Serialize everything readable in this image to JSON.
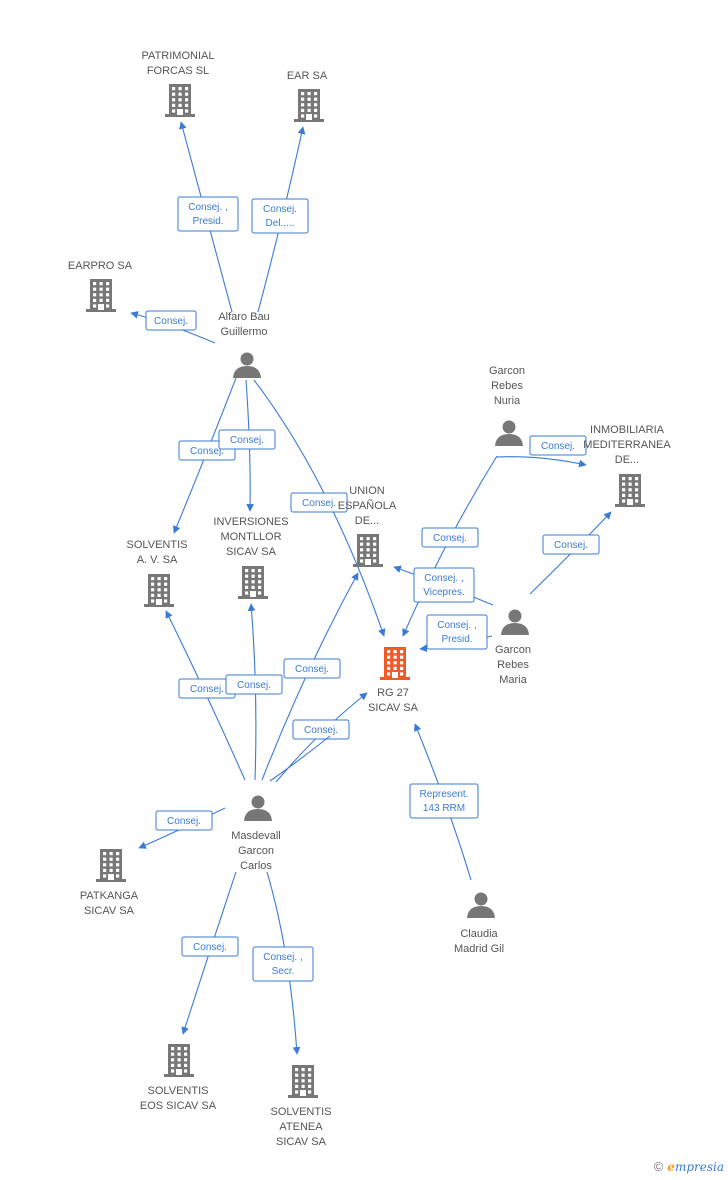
{
  "colors": {
    "accent": "#3a7bd5",
    "node": "#777777",
    "focus": "#f05a28"
  },
  "nodes": [
    {
      "id": "patrimonial",
      "type": "company",
      "label": [
        "PATRIMONIAL",
        "FORCAS SL"
      ]
    },
    {
      "id": "earsa",
      "type": "company",
      "label": [
        "EAR SA"
      ]
    },
    {
      "id": "earpro",
      "type": "company",
      "label": [
        "EARPRO SA"
      ]
    },
    {
      "id": "alfaro",
      "type": "person",
      "label": [
        "Alfaro Bau",
        "Guillermo"
      ]
    },
    {
      "id": "nuria",
      "type": "person",
      "label": [
        "Garcon",
        "Rebes",
        "Nuria"
      ]
    },
    {
      "id": "inmobiliaria",
      "type": "company",
      "label": [
        "INMOBILIARIA",
        "MEDITERRANEA",
        "DE..."
      ]
    },
    {
      "id": "union",
      "type": "company",
      "label": [
        "UNION",
        "ESPAÑOLA",
        "DE..."
      ]
    },
    {
      "id": "inversiones",
      "type": "company",
      "label": [
        "INVERSIONES",
        "MONTLLOR",
        "SICAV SA"
      ]
    },
    {
      "id": "solventisav",
      "type": "company",
      "label": [
        "SOLVENTIS",
        "A. V. SA"
      ]
    },
    {
      "id": "maria",
      "type": "person",
      "label": [
        "Garcon",
        "Rebes",
        "Maria"
      ]
    },
    {
      "id": "rg27",
      "type": "focus",
      "label": [
        "RG 27",
        "SICAV SA"
      ]
    },
    {
      "id": "masdevall",
      "type": "person",
      "label": [
        "Masdevall",
        "Garcon",
        "Carlos"
      ]
    },
    {
      "id": "patkanga",
      "type": "company",
      "label": [
        "PATKANGA",
        "SICAV SA"
      ]
    },
    {
      "id": "claudia",
      "type": "person",
      "label": [
        "Claudia",
        "Madrid Gil"
      ]
    },
    {
      "id": "solventiseos",
      "type": "company",
      "label": [
        "SOLVENTIS",
        "EOS SICAV SA"
      ]
    },
    {
      "id": "solventisatenea",
      "type": "company",
      "label": [
        "SOLVENTIS",
        "ATENEA",
        "SICAV SA"
      ]
    }
  ],
  "edges": [
    {
      "label": [
        "Consej. ,",
        "Presid."
      ]
    },
    {
      "label": [
        "Consej.",
        "Del.,..."
      ]
    },
    {
      "label": [
        "Consej."
      ]
    },
    {
      "label": [
        "Consej."
      ]
    },
    {
      "label": [
        "Consej."
      ]
    },
    {
      "label": [
        "Consej."
      ]
    },
    {
      "label": [
        "Consej."
      ]
    },
    {
      "label": [
        "Consej."
      ]
    },
    {
      "label": [
        "Consej."
      ]
    },
    {
      "label": [
        "Consej. ,",
        "Vicepres."
      ]
    },
    {
      "label": [
        "Consej. ,",
        "Presid."
      ]
    },
    {
      "label": [
        "Consej."
      ]
    },
    {
      "label": [
        "Consej."
      ]
    },
    {
      "label": [
        "Consej."
      ]
    },
    {
      "label": [
        "Consej."
      ]
    },
    {
      "label": [
        "Consej."
      ]
    },
    {
      "label": [
        "Consej."
      ]
    },
    {
      "label": [
        "Represent.",
        "143 RRM"
      ]
    },
    {
      "label": [
        "Consej."
      ]
    },
    {
      "label": [
        "Consej. ,",
        "Secr."
      ]
    }
  ],
  "footer": {
    "copyright": "©",
    "brand_initial": "e",
    "brand_rest": "mpresia"
  }
}
